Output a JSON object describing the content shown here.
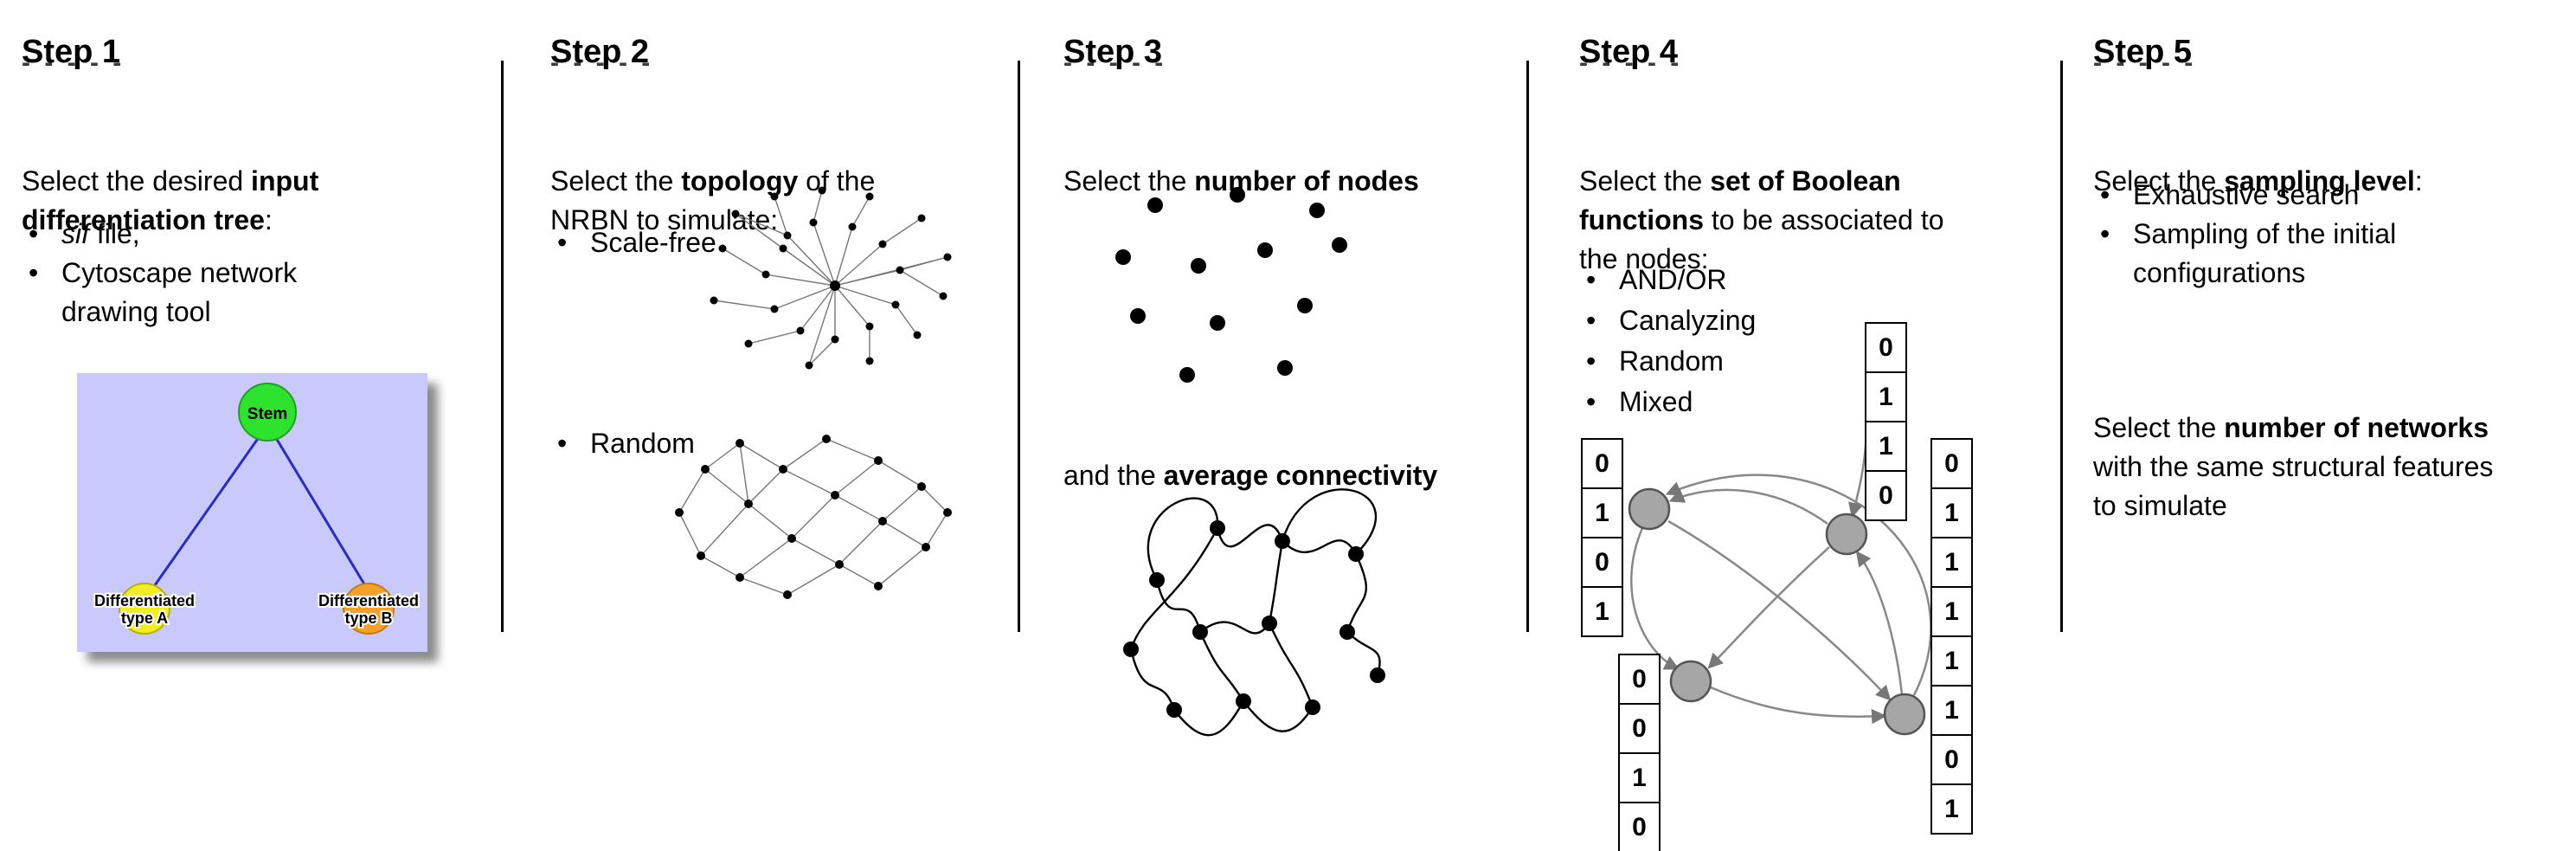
{
  "steps": {
    "step1": {
      "title": "Step 1",
      "dashes": "- - - - -",
      "intro": {
        "pre": "Select the desired ",
        "bold": "input differentiation tree",
        "post": ":"
      },
      "bullets": {
        "b1_italic": "sif",
        "b1_rest": " file,",
        "b2": "Cytoscape network drawing tool"
      },
      "tree": {
        "stem_label": "Stem",
        "left_label_line1": "Differentiated",
        "left_label_line2": "type A",
        "right_label_line1": "Differentiated",
        "right_label_line2": "type B",
        "background_color": "#c9c9fb",
        "stem_color": "#2ee32e",
        "type_a_color": "#f0ee20",
        "type_b_color": "#f5a02a",
        "edge_color": "#2a2ac8"
      }
    },
    "step2": {
      "title": "Step 2",
      "dashes": "- - - - -",
      "intro": {
        "pre": "Select the ",
        "bold": "topology",
        "post": " of the NRBN to simulate:"
      },
      "bullets": {
        "b1": "Scale-free",
        "b2": "Random"
      }
    },
    "step3": {
      "title": "Step 3",
      "dashes": "- - - - -",
      "line1": {
        "pre": "Select the ",
        "bold": "number of nodes"
      },
      "line2": {
        "pre": "and the ",
        "bold": "average connectivity"
      }
    },
    "step4": {
      "title": "Step 4",
      "dashes": "- - - - -",
      "intro": {
        "pre": "Select the ",
        "bold": "set of Boolean functions",
        "post": " to be associated to the nodes:"
      },
      "bullets": [
        "AND/OR",
        "Canalyzing",
        "Random",
        "Mixed"
      ],
      "tables": {
        "left": [
          "0",
          "1",
          "0",
          "1"
        ],
        "top": [
          "0",
          "1",
          "1",
          "0"
        ],
        "bottom": [
          "0",
          "0",
          "1",
          "0"
        ],
        "right": [
          "0",
          "1",
          "1",
          "1",
          "1",
          "1",
          "0",
          "1"
        ]
      },
      "node_color": "#a6a6a6"
    },
    "step5": {
      "title": "Step 5",
      "dashes": "- - - - -",
      "intro": {
        "pre": "Select the ",
        "bold": "sampling level",
        "post": ":"
      },
      "bullets": [
        "Exhaustive search",
        "Sampling of the initial configurations"
      ],
      "paragraph2": {
        "pre": "Select the ",
        "bold": "number of networks",
        "post": " with the same structural features to simulate"
      }
    }
  }
}
